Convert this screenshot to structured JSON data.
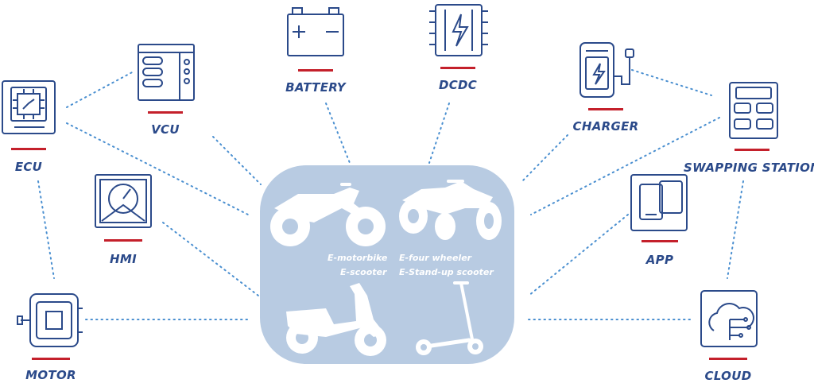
{
  "components": {
    "battery": "BATTERY",
    "dcdc": "DCDC",
    "vcu": "VCU",
    "ecu": "ECU",
    "charger": "CHARGER",
    "swapping_station": "SWAPPING STATION",
    "hmi": "HMI",
    "app": "APP",
    "motor": "MOTOR",
    "cloud": "CLOUD"
  },
  "vehicles": {
    "motorbike": "E-motorbike",
    "scooter": "E-scooter",
    "four_wheeler": "E-four wheeler",
    "standup_scooter": "E-Stand-up scooter"
  },
  "colors": {
    "icon_stroke": "#2b4a8a",
    "accent_bar": "#c4202b",
    "hub_fill": "#b8cbe2",
    "connector": "#4a8fd0"
  }
}
